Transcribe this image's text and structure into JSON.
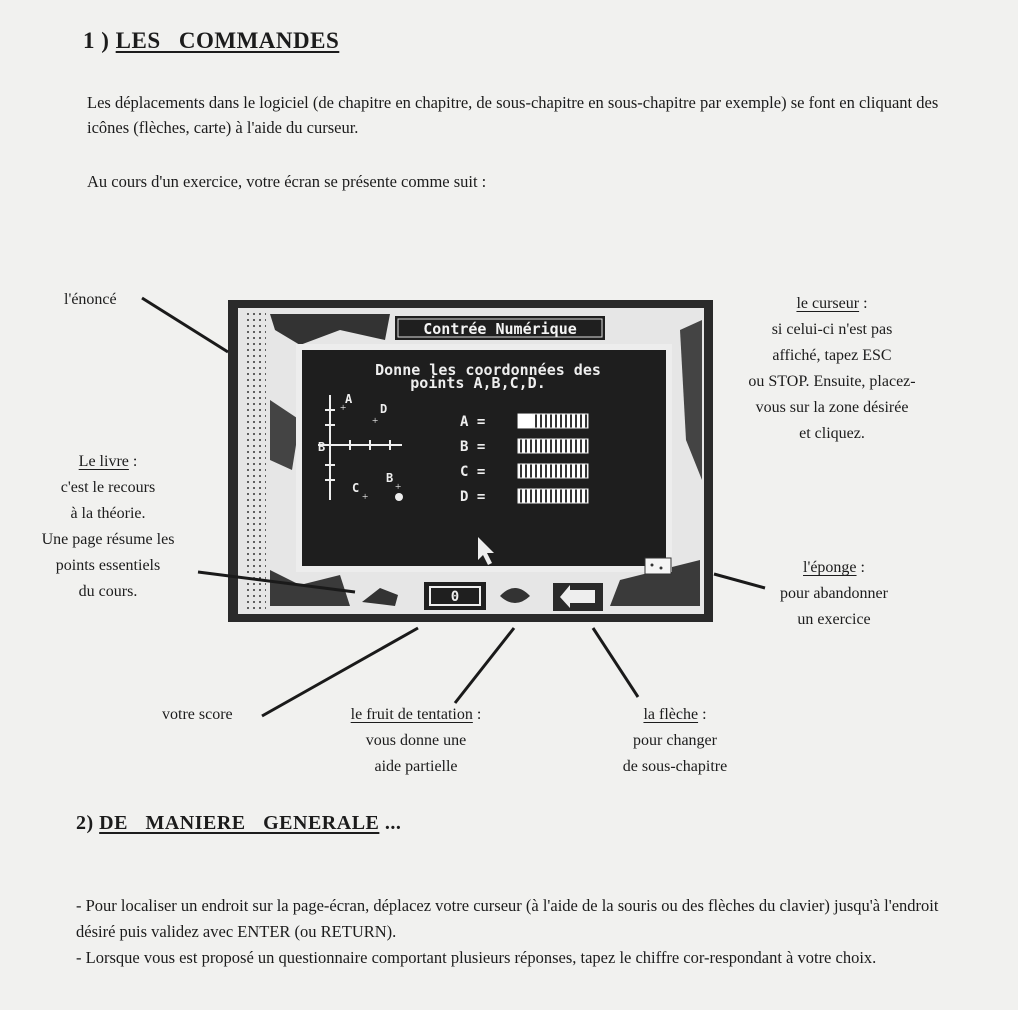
{
  "section1": {
    "number": "1 )",
    "title": "LES COMMANDES"
  },
  "intro": "Les déplacements dans le logiciel (de chapitre en chapitre, de sous-chapitre en sous-chapitre par exemple) se font en cliquant des icônes (flèches, carte) à l'aide du curseur.",
  "screen_intro": "Au cours d'un exercice, votre écran se présente comme suit :",
  "screen": {
    "title": "Contrée Numérique",
    "question_line1": "Donne les coordonnées des",
    "question_line2": "points A,B,C,D.",
    "points": {
      "a": "A",
      "b": "B",
      "c": "C",
      "d": "D",
      "origin": "B"
    },
    "answer_labels": [
      "A =",
      "B =",
      "C =",
      "D ="
    ],
    "score": "0"
  },
  "labels": {
    "enonce": "l'énoncé",
    "livre": {
      "title": "Le livre",
      "colon": " :",
      "lines": [
        "c'est le recours",
        "à la théorie.",
        "Une page résume les",
        "points essentiels",
        "du cours."
      ]
    },
    "curseur": {
      "title": "le curseur",
      "colon": " :",
      "lines": [
        "si celui-ci n'est pas",
        "affiché, tapez ESC",
        "ou STOP. Ensuite, placez-",
        "vous sur la zone désirée",
        "et cliquez."
      ]
    },
    "eponge": {
      "title": "l'éponge",
      "colon": " :",
      "lines": [
        "pour abandonner",
        "un exercice"
      ]
    },
    "score": "votre score",
    "fruit": {
      "title": "le fruit de tentation",
      "colon": " :",
      "lines": [
        "vous donne une",
        "aide partielle"
      ]
    },
    "fleche": {
      "title": "la flèche",
      "colon": " :",
      "lines": [
        "pour changer",
        "de sous-chapitre"
      ]
    }
  },
  "section2": {
    "number": "2)",
    "title": "DE MANIERE GENERALE",
    "suffix": " ..."
  },
  "bullets": [
    "- Pour localiser un endroit sur la page-écran, déplacez votre curseur (à l'aide de la souris ou des flèches du clavier) jusqu'à l'endroit désiré puis validez avec ENTER (ou RETURN).",
    "- Lorsque vous est proposé un questionnaire comportant plusieurs réponses, tapez le chiffre cor-respondant à votre choix."
  ]
}
